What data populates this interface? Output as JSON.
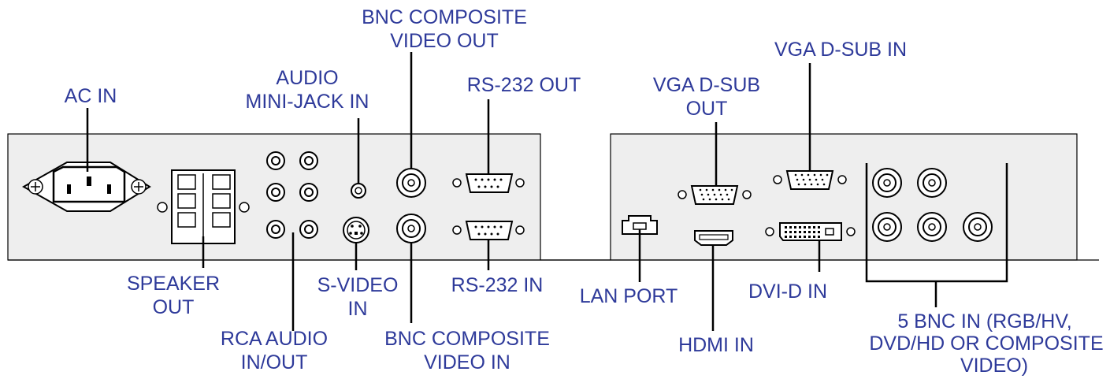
{
  "colors": {
    "label": "#2e3a9a",
    "line": "#000000",
    "panel": "#eeeeee",
    "background": "#ffffff"
  },
  "labels": {
    "ac_in": "AC IN",
    "speaker_out": [
      "SPEAKER",
      "OUT"
    ],
    "rca_audio": [
      "RCA AUDIO",
      "IN/OUT"
    ],
    "audio_mini_jack_in": [
      "AUDIO",
      "MINI-JACK IN"
    ],
    "s_video_in": [
      "S-VIDEO",
      "IN"
    ],
    "bnc_composite_out": [
      "BNC COMPOSITE",
      "VIDEO OUT"
    ],
    "bnc_composite_in": [
      "BNC COMPOSITE",
      "VIDEO IN"
    ],
    "rs232_out": "RS-232 OUT",
    "rs232_in": "RS-232 IN",
    "vga_dsub_out": [
      "VGA D-SUB",
      "OUT"
    ],
    "vga_dsub_in": "VGA D-SUB IN",
    "lan_port": "LAN PORT",
    "hdmi_in": "HDMI IN",
    "dvi_d_in": "DVI-D IN",
    "five_bnc_in": [
      "5 BNC IN (RGB/HV,",
      "DVD/HD OR COMPOSITE",
      "VIDEO)"
    ]
  }
}
